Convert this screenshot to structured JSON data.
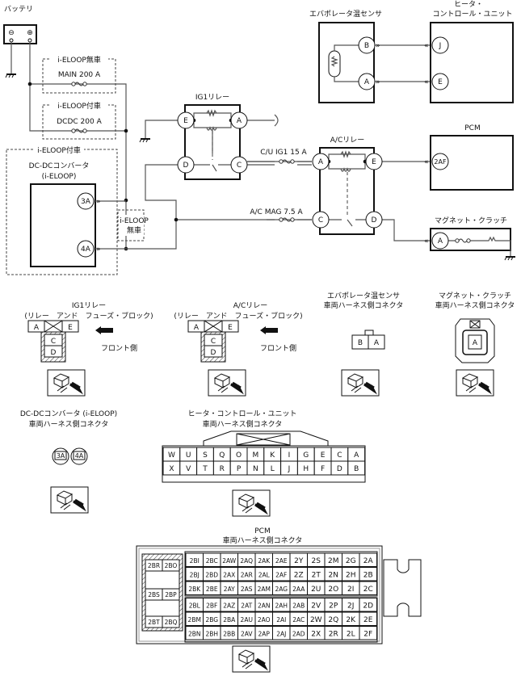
{
  "battery": {
    "label": "バッテリ",
    "minus": "⊖",
    "plus": "⊕"
  },
  "fuses": {
    "no_eloop_label": "i-ELOOP無車",
    "main": "MAIN 200 A",
    "with_eloop_label": "i-ELOOP付車",
    "dcdc": "DCDC 200 A",
    "cu_ig1": "C/U IG1 15 A",
    "ac_mag": "A/C MAG 7.5 A"
  },
  "dcdc": {
    "group_label": "i-ELOOP付車",
    "title1": "DC-DCコンバータ",
    "title2": "(i-ELOOP)",
    "pins": [
      "3A",
      "4A"
    ],
    "no_eloop1": "i-ELOOP",
    "no_eloop2": "無車"
  },
  "ig1_relay": {
    "title": "IG1リレー",
    "pins": {
      "E": "E",
      "A": "A",
      "D": "D",
      "C": "C"
    }
  },
  "ac_relay": {
    "title": "A/Cリレー",
    "pins": {
      "A": "A",
      "E": "E",
      "C": "C",
      "D": "D"
    }
  },
  "evap_sensor": {
    "title": "エバポレータ温センサ",
    "pins": {
      "B": "B",
      "A": "A"
    }
  },
  "heater_cu": {
    "title1": "ヒータ・",
    "title2": "コントロール・ユニット",
    "pins": {
      "J": "J",
      "E": "E"
    }
  },
  "pcm": {
    "title": "PCM",
    "pin": "2AF"
  },
  "magnet_clutch": {
    "title": "マグネット・クラッチ",
    "pin": "A"
  },
  "connectors": {
    "ig1": {
      "title": "IG1リレー",
      "subtitle": "(リレー　アンド　フューズ・ブロック)",
      "pins": [
        "A",
        "E",
        "C",
        "D"
      ],
      "front": "フロント側"
    },
    "ac": {
      "title": "A/Cリレー",
      "subtitle": "(リレー　アンド　フューズ・ブロック)",
      "pins": [
        "A",
        "E",
        "C",
        "D"
      ],
      "front": "フロント側"
    },
    "evap": {
      "title": "エバポレータ温センサ",
      "subtitle": "車両ハーネス側コネクタ",
      "pins": [
        "B",
        "A"
      ]
    },
    "magnet": {
      "title": "マグネット・クラッチ",
      "subtitle": "車両ハーネス側コネクタ",
      "pins": [
        "A"
      ]
    },
    "dcdc": {
      "title": "DC-DCコンバータ (i-ELOOP)",
      "subtitle": "車両ハーネス側コネクタ",
      "pins": [
        "3A",
        "4A"
      ]
    },
    "heater": {
      "title": "ヒータ・コントロール・ユニット",
      "subtitle": "車両ハーネス側コネクタ",
      "rows": [
        [
          "W",
          "U",
          "S",
          "Q",
          "O",
          "M",
          "K",
          "I",
          "G",
          "E",
          "C",
          "A"
        ],
        [
          "X",
          "V",
          "T",
          "R",
          "P",
          "N",
          "L",
          "J",
          "H",
          "F",
          "D",
          "B"
        ]
      ]
    },
    "pcm": {
      "title": "PCM",
      "subtitle": "車両ハーネス側コネクタ",
      "left_block": [
        [
          "2BR",
          "2BO"
        ],
        [
          "2BS",
          "2BP"
        ],
        [
          "2BT",
          "2BQ"
        ]
      ],
      "rows": [
        [
          "2BI",
          "2BC",
          "2AW",
          "2AQ",
          "2AK",
          "2AE",
          "2Y",
          "2S",
          "2M",
          "2G",
          "2A"
        ],
        [
          "2BJ",
          "2BD",
          "2AX",
          "2AR",
          "2AL",
          "2AF",
          "2Z",
          "2T",
          "2N",
          "2H",
          "2B"
        ],
        [
          "2BK",
          "2BE",
          "2AY",
          "2AS",
          "2AM",
          "2AG",
          "2AA",
          "2U",
          "2O",
          "2I",
          "2C"
        ],
        [
          "2BL",
          "2BF",
          "2AZ",
          "2AT",
          "2AN",
          "2AH",
          "2AB",
          "2V",
          "2P",
          "2J",
          "2D"
        ],
        [
          "2BM",
          "2BG",
          "2BA",
          "2AU",
          "2AO",
          "2AI",
          "2AC",
          "2W",
          "2Q",
          "2K",
          "2E"
        ],
        [
          "2BN",
          "2BH",
          "2BB",
          "2AV",
          "2AP",
          "2AJ",
          "2AD",
          "2X",
          "2R",
          "2L",
          "2F"
        ]
      ]
    }
  }
}
